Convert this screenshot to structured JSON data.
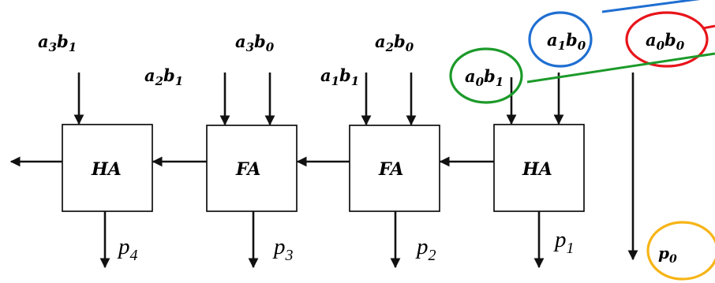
{
  "blocks": [
    {
      "id": "ha-left",
      "label": "HA"
    },
    {
      "id": "fa-middle",
      "label": "FA"
    },
    {
      "id": "fa-right",
      "label": "FA"
    },
    {
      "id": "ha-right",
      "label": "HA"
    }
  ],
  "partial_products": [
    {
      "id": "a3b1",
      "a": "a",
      "ai": "3",
      "b": "b",
      "bi": "1"
    },
    {
      "id": "a2b1",
      "a": "a",
      "ai": "2",
      "b": "b",
      "bi": "1"
    },
    {
      "id": "a3b0",
      "a": "a",
      "ai": "3",
      "b": "b",
      "bi": "0"
    },
    {
      "id": "a1b1",
      "a": "a",
      "ai": "1",
      "b": "b",
      "bi": "1"
    },
    {
      "id": "a2b0",
      "a": "a",
      "ai": "2",
      "b": "b",
      "bi": "0"
    },
    {
      "id": "a0b1",
      "a": "a",
      "ai": "0",
      "b": "b",
      "bi": "1"
    },
    {
      "id": "a1b0",
      "a": "a",
      "ai": "1",
      "b": "b",
      "bi": "0"
    },
    {
      "id": "a0b0",
      "a": "a",
      "ai": "0",
      "b": "b",
      "bi": "0"
    }
  ],
  "outputs": [
    {
      "id": "p4",
      "base": "p",
      "sub": "4"
    },
    {
      "id": "p3",
      "base": "p",
      "sub": "3"
    },
    {
      "id": "p2",
      "base": "p",
      "sub": "2"
    },
    {
      "id": "p1",
      "base": "p",
      "sub": "1"
    },
    {
      "id": "p0",
      "base": "p",
      "sub": "0"
    }
  ],
  "highlight_colors": {
    "a1b0": "#1f6fd1",
    "a0b0": "#e8141b",
    "a0b1": "#1c9a2a",
    "p0": "#f6b416"
  }
}
